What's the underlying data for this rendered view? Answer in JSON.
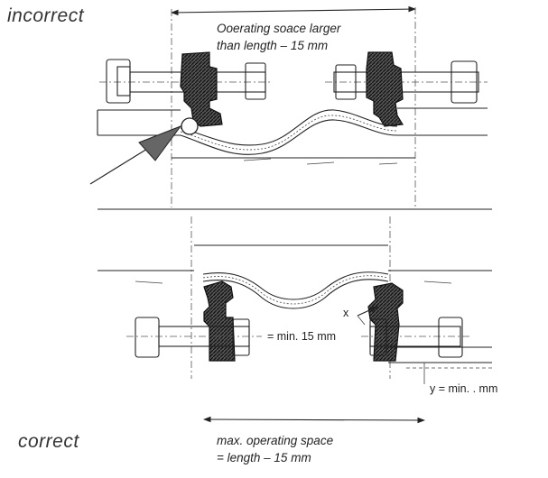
{
  "labels": {
    "incorrect": "incorrect",
    "correct": "correct",
    "top_note_1": "Ooerating soace larger",
    "top_note_2": "than length  –  15 mm",
    "x_label": "x",
    "x_value": "= min. 15 mm",
    "y_value": "y = min. . mm",
    "bottom_note_1": "max. operating space",
    "bottom_note_2": "= length  –  15 mm"
  }
}
